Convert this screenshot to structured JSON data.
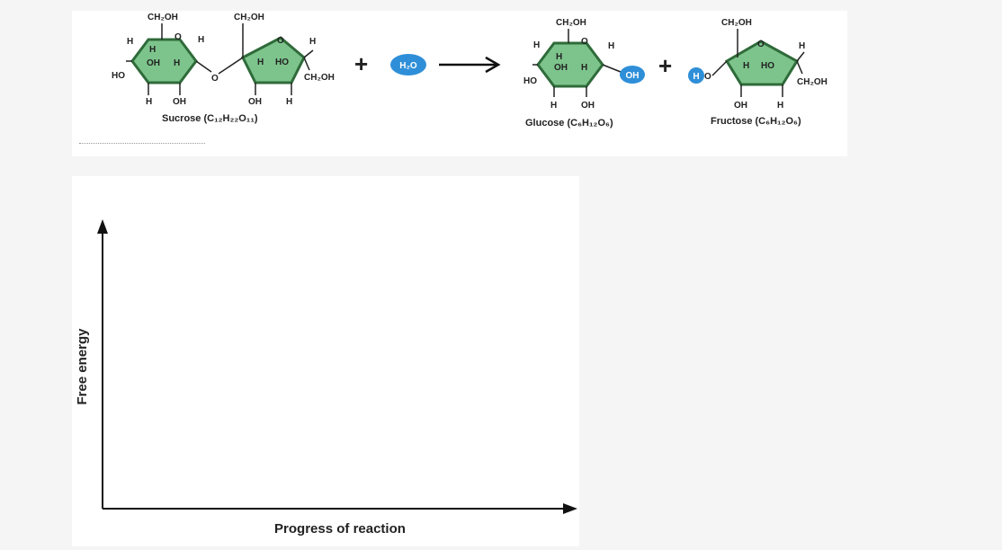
{
  "reaction": {
    "sucrose": {
      "caption": "Sucrose (C₁₂H₂₂O₁₁)",
      "glucose_ring": {
        "top": "CH₂OH",
        "h_ul": "H",
        "h_in": "H",
        "oh_in": "OH",
        "h_in2": "H",
        "h_r": "H",
        "ho_left": "HO",
        "h_bl": "H",
        "oh_b": "OH",
        "o_ring": "O"
      },
      "fructose_ring": {
        "top": "CH₂OH",
        "h_in": "H",
        "ho_in": "HO",
        "h_r": "H",
        "ch2oh_r": "CH₂OH",
        "oh_b": "OH",
        "h_b": "H",
        "o_ring": "O"
      },
      "bridge_o": "O"
    },
    "plus_1": "+",
    "water": "H₂O",
    "arrow": "→",
    "glucose": {
      "caption": "Glucose (C₆H₁₂O₆)",
      "top": "CH₂OH",
      "h_ul": "H",
      "h_in": "H",
      "oh_in": "OH",
      "h_in2": "H",
      "h_r": "H",
      "ho_left": "HO",
      "h_bl": "H",
      "oh_b": "OH",
      "oh_new": "OH",
      "o_ring": "O"
    },
    "plus_2": "+",
    "fructose": {
      "caption": "Fructose (C₆H₁₂O₆)",
      "top": "CH₂OH",
      "h_r": "H",
      "h_in": "H",
      "ho_in": "HO",
      "ch2oh_r": "CH₂OH",
      "oh_b": "OH",
      "h_b": "H",
      "h_new": "H",
      "o_new": "O",
      "o_ring": "O"
    }
  },
  "graph": {
    "ylabel": "Free energy",
    "xlabel": "Progress of reaction"
  },
  "colors": {
    "ring_fill": "#7dc48c",
    "ring_stroke": "#2f6b3a",
    "water_blue": "#2e8fd8"
  }
}
